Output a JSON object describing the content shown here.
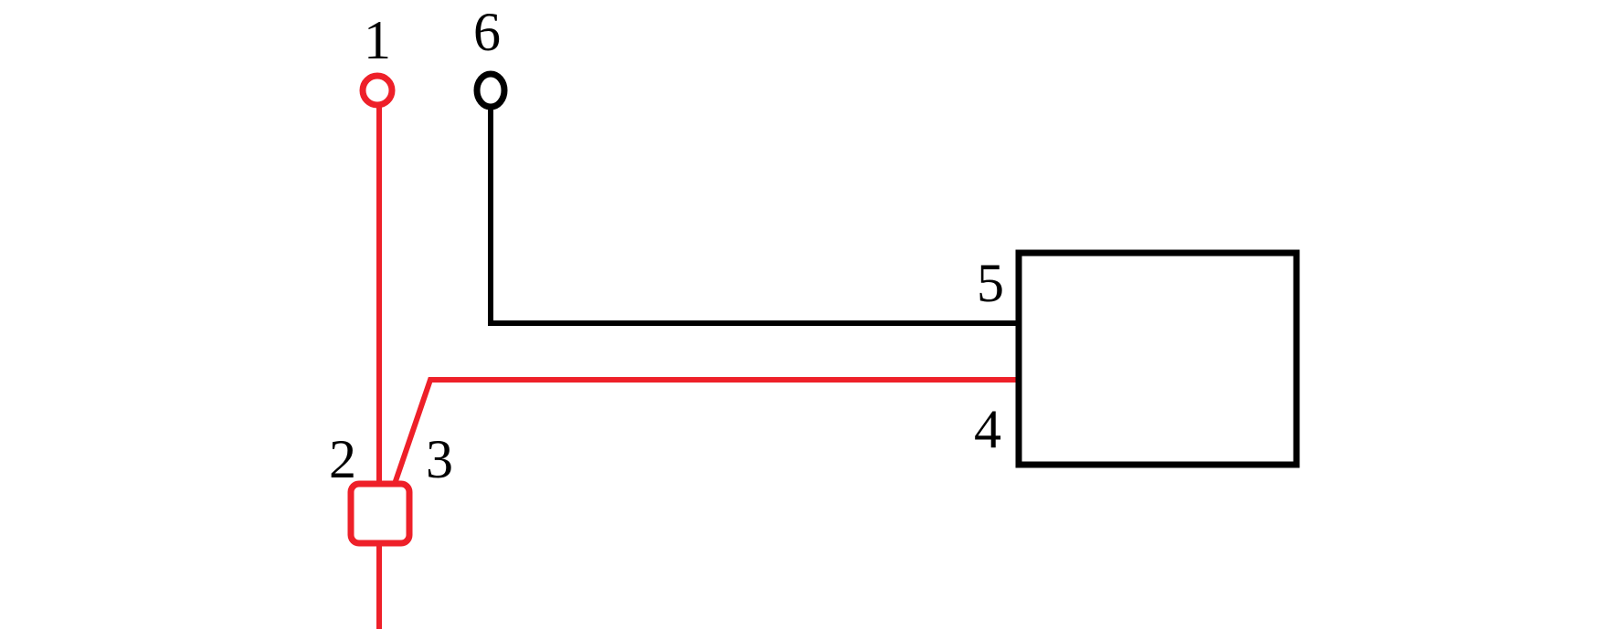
{
  "labels": {
    "l1": "1",
    "l2": "2",
    "l3": "3",
    "l4": "4",
    "l5": "5",
    "l6": "6"
  },
  "colors": {
    "red": "#ee2029",
    "black": "#000000"
  }
}
